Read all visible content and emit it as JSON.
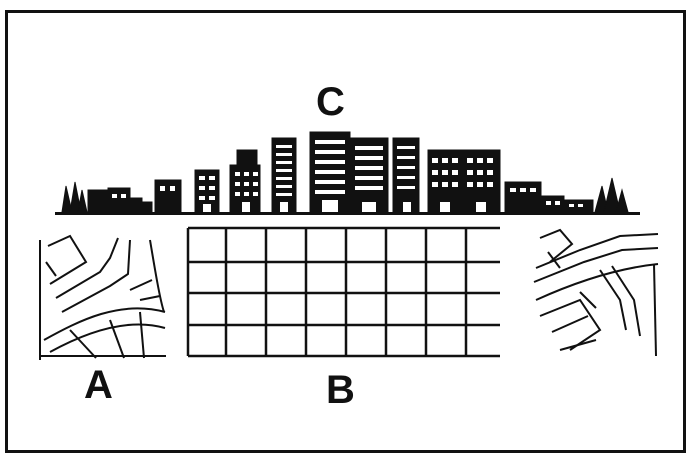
{
  "labels": {
    "skyline": "C",
    "left_suburb": "A",
    "grid": "B"
  },
  "colors": {
    "ink": "#111111",
    "background": "#ffffff"
  },
  "icons": {
    "skyline": "city-skyline-icon",
    "left_suburb": "curvilinear-street-pattern-icon",
    "grid": "grid-street-pattern-icon",
    "right_suburb": "curvilinear-street-pattern-icon"
  }
}
